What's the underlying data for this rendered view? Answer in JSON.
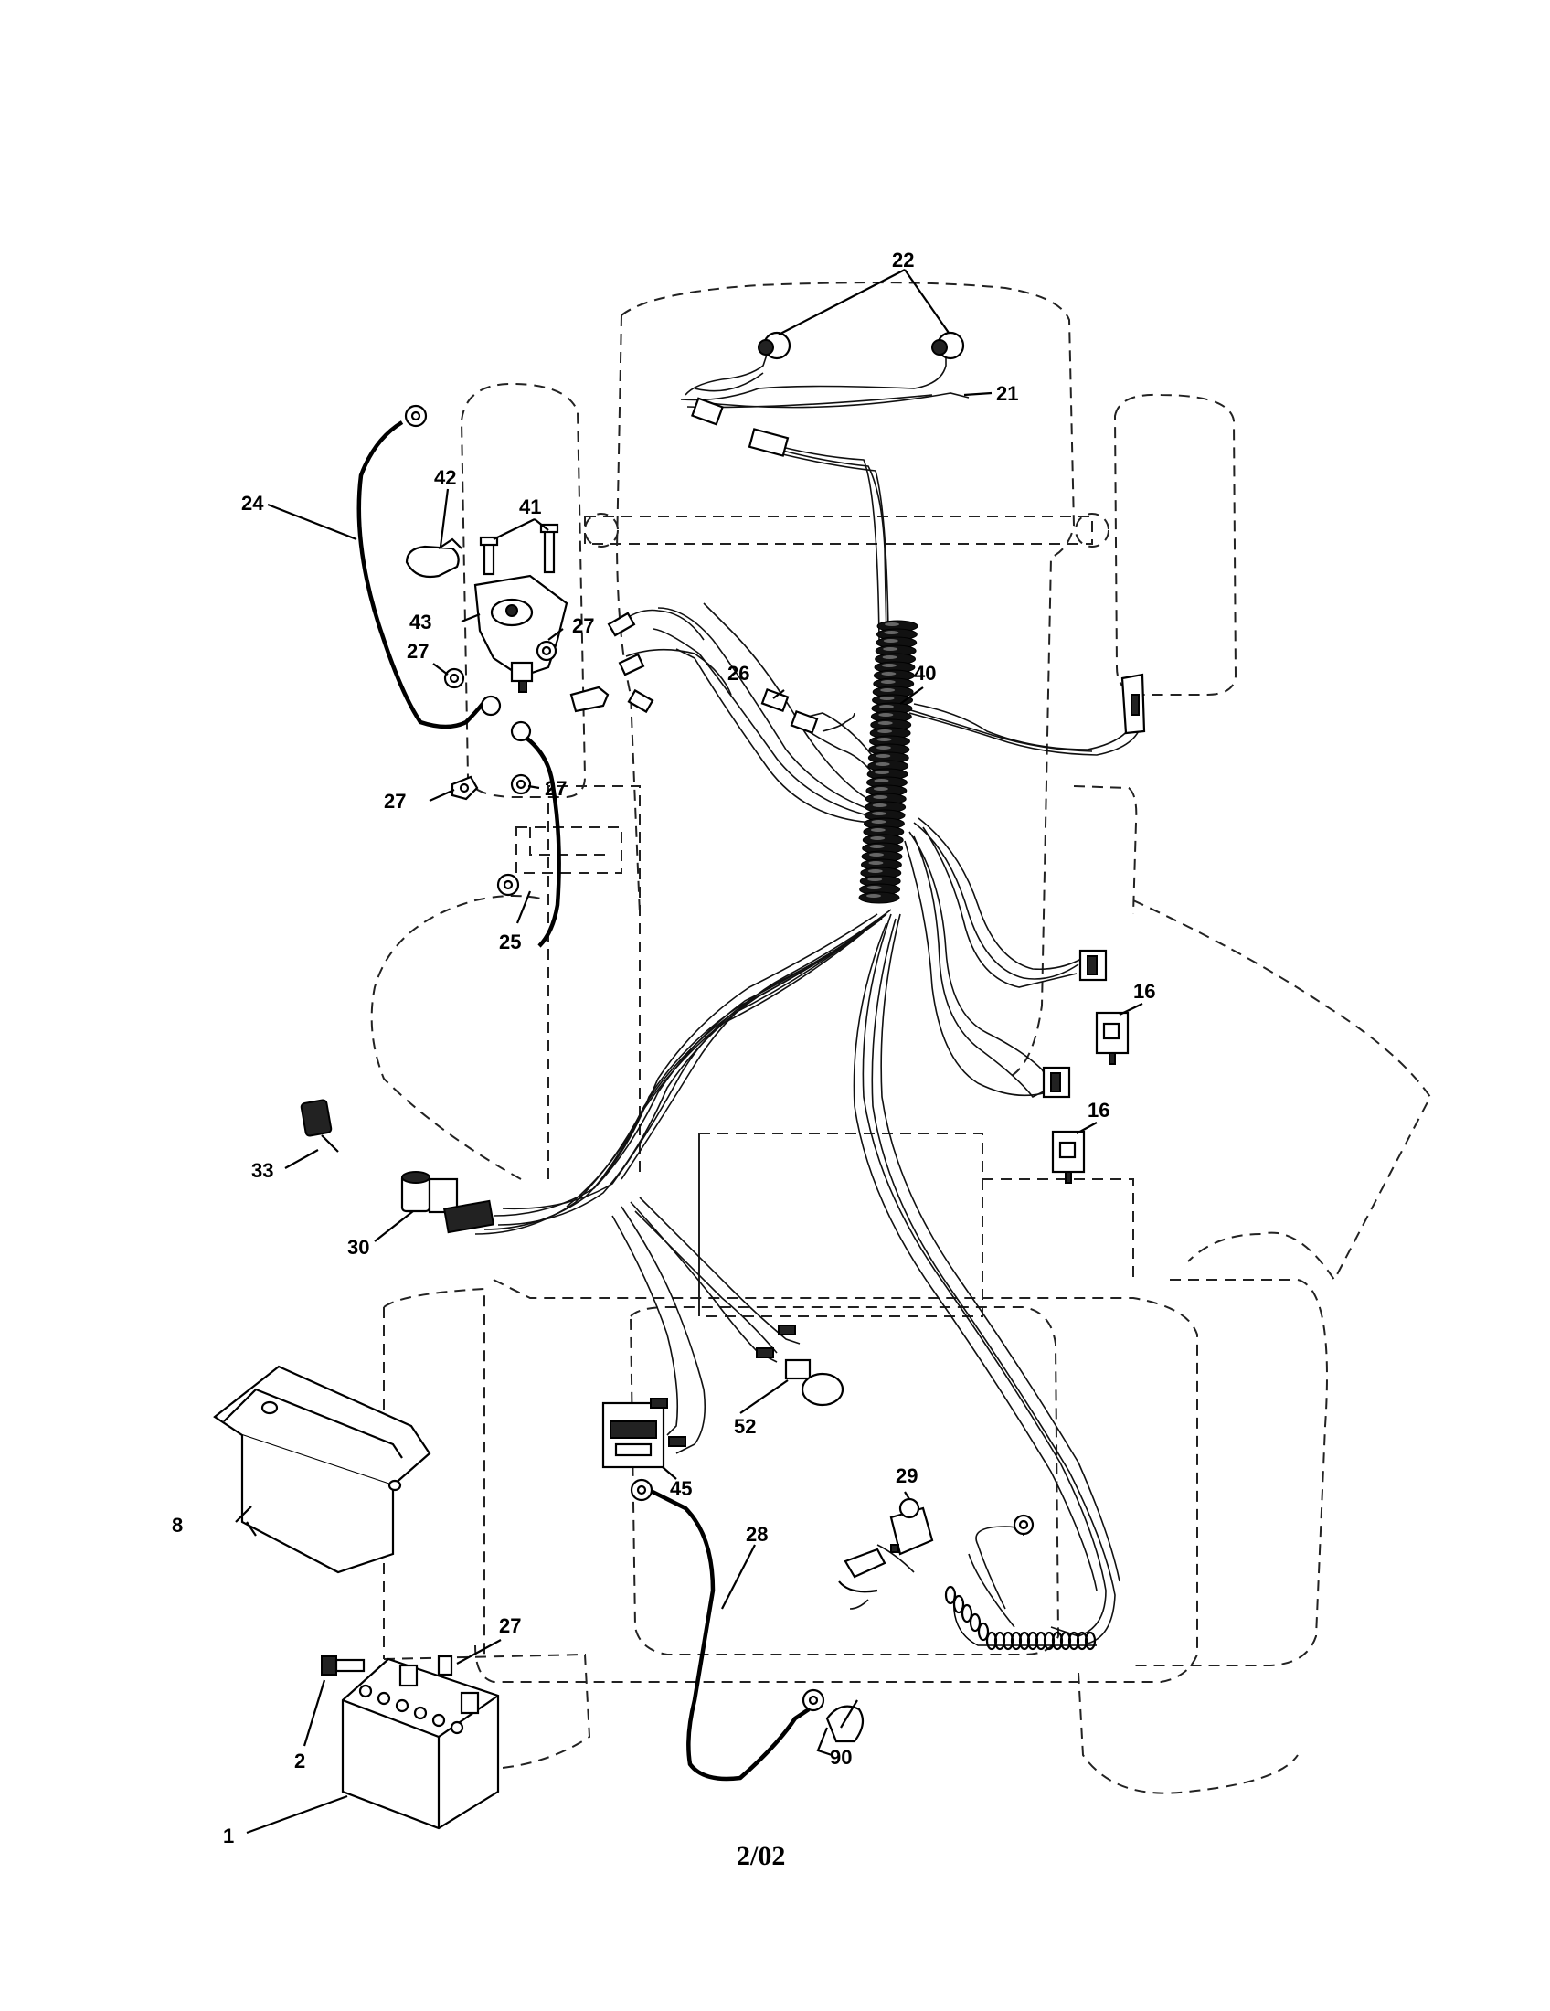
{
  "footer_code": "2/02",
  "callouts": {
    "c1": "1",
    "c2": "2",
    "c8": "8",
    "c16a": "16",
    "c16b": "16",
    "c21": "21",
    "c22": "22",
    "c24": "24",
    "c25": "25",
    "c26": "26",
    "c27a": "27",
    "c27b": "27",
    "c27c": "27",
    "c27d": "27",
    "c27e": "27",
    "c28": "28",
    "c29": "29",
    "c30": "30",
    "c33": "33",
    "c40": "40",
    "c41": "41",
    "c42": "42",
    "c43": "43",
    "c45": "45",
    "c52": "52",
    "c90": "90"
  }
}
